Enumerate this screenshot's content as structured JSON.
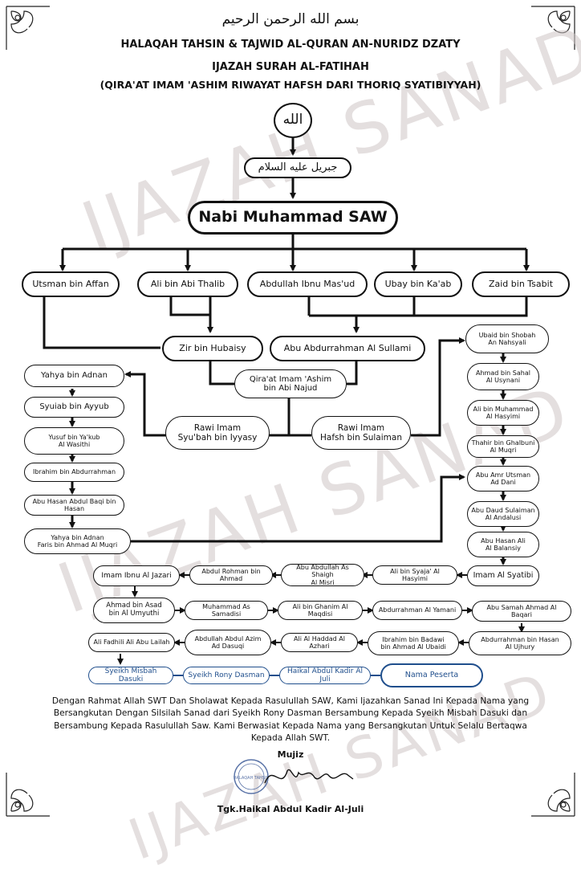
{
  "header": {
    "basmala": "بسم الله الرحمن الرحيم",
    "institution": "HALAQAH TAHSIN & TAJWID AL-QURAN AN-NURIDZ DZATY",
    "title": "IJAZAH SURAH AL-FATIHAH",
    "subtitle": "(QIRA'AT IMAM 'ASHIM RIWAYAT HAFSH DARI THORIQ SYATIBIYYAH)"
  },
  "watermark": "IJAZAH SANAD",
  "chain": {
    "allah": "الله",
    "jibril": "جبريل عليه السلام",
    "nabi": "Nabi Muhammad SAW",
    "sahabah": [
      "Utsman bin Affan",
      "Ali bin Abi Thalib",
      "Abdullah Ibnu Mas'ud",
      "Ubay bin  Ka'ab",
      "Zaid bin Tsabit"
    ],
    "tabiin": [
      "Zir bin Hubaisy",
      "Abu Abdurrahman Al Sullami"
    ],
    "qari": "Qira'at Imam 'Ashim\nbin Abi Najud",
    "rawi_shubah": "Rawi Imam\nSyu'bah bin Iyyasy",
    "rawi_hafsh": "Rawi Imam\nHafsh bin Sulaiman",
    "left_column": [
      "Yahya bin Adnan",
      "Syuiab bin Ayyub",
      "Yusuf bin Ya'kub\nAl Wasithi",
      "Ibrahim bin Abdurrahman",
      "Abu Hasan Abdul Baqi bin Hasan",
      "Yahya bin Adnan\nFaris bin Ahmad Al Muqri"
    ],
    "right_column": [
      "Ubaid bin Shobah\nAn Nahsyali",
      "Ahmad bin Sahal\nAl Usynani",
      "Ali bin Muhammad\nAl Hasyimi",
      "Thahir bin Ghalbuni\nAl Muqri",
      "Abu Amr Utsman\nAd Dani",
      "Abu Daud Sulaiman\nAl Andalusi",
      "Abu Hasan Ali\nAl Balansiy",
      "Imam Al Syatibi"
    ],
    "row1": [
      "Ali bin Syaja' Al Hasyimi",
      "Abu Abdullah As Shaigh\nAl Misri",
      "Abdul Rohman bin Ahmad",
      "Imam Ibnu Al Jazari"
    ],
    "row2": [
      "Ahmad bin Asad\nbin Al Umyuthi",
      "Muhammad As Samadisi",
      "Ali bin Ghanim Al Maqdisi",
      "Abdurrahman Al Yamani",
      "Abu Samah Ahmad Al Baqari"
    ],
    "row3": [
      "Abdurrahman bin Hasan\nAl Ujhury",
      "Ibrahim bin Badawi\nbin Ahmad Al Ubaidi",
      "Ali Al Haddad Al Azhari",
      "Abdullah Abdul Azim\nAd Dasuqi",
      "Ali Fadhili Ali Abu Lailah"
    ],
    "row4": [
      "Syeikh Misbah Dasuki",
      "Syeikh Rony Dasman",
      "Haikal Abdul Kadir Al Juli",
      "Nama Peserta"
    ]
  },
  "footer": {
    "statement": "Dengan Rahmat Allah SWT Dan Sholawat Kepada Rasulullah SAW, Kami Ijazahkan Sanad Ini Kepada Nama yang Bersangkutan Dengan Silsilah Sanad dari Syeikh Rony Dasman Bersambung Kepada Syeikh Misbah Dasuki dan Bersambung Kepada Rasulullah Saw. Kami Berwasiat Kepada Nama yang Bersangkutan Untuk Selalu Bertaqwa Kepada Allah SWT.",
    "mujiz_label": "Mujiz",
    "stamp_text": "HALAQAH TAHSIN",
    "signer": "Tgk.Haikal Abdul Kadir Al-Juli"
  },
  "colors": {
    "ink": "#111111",
    "accent_blue": "#1f4e8c",
    "watermark": "#cfc6c6"
  }
}
